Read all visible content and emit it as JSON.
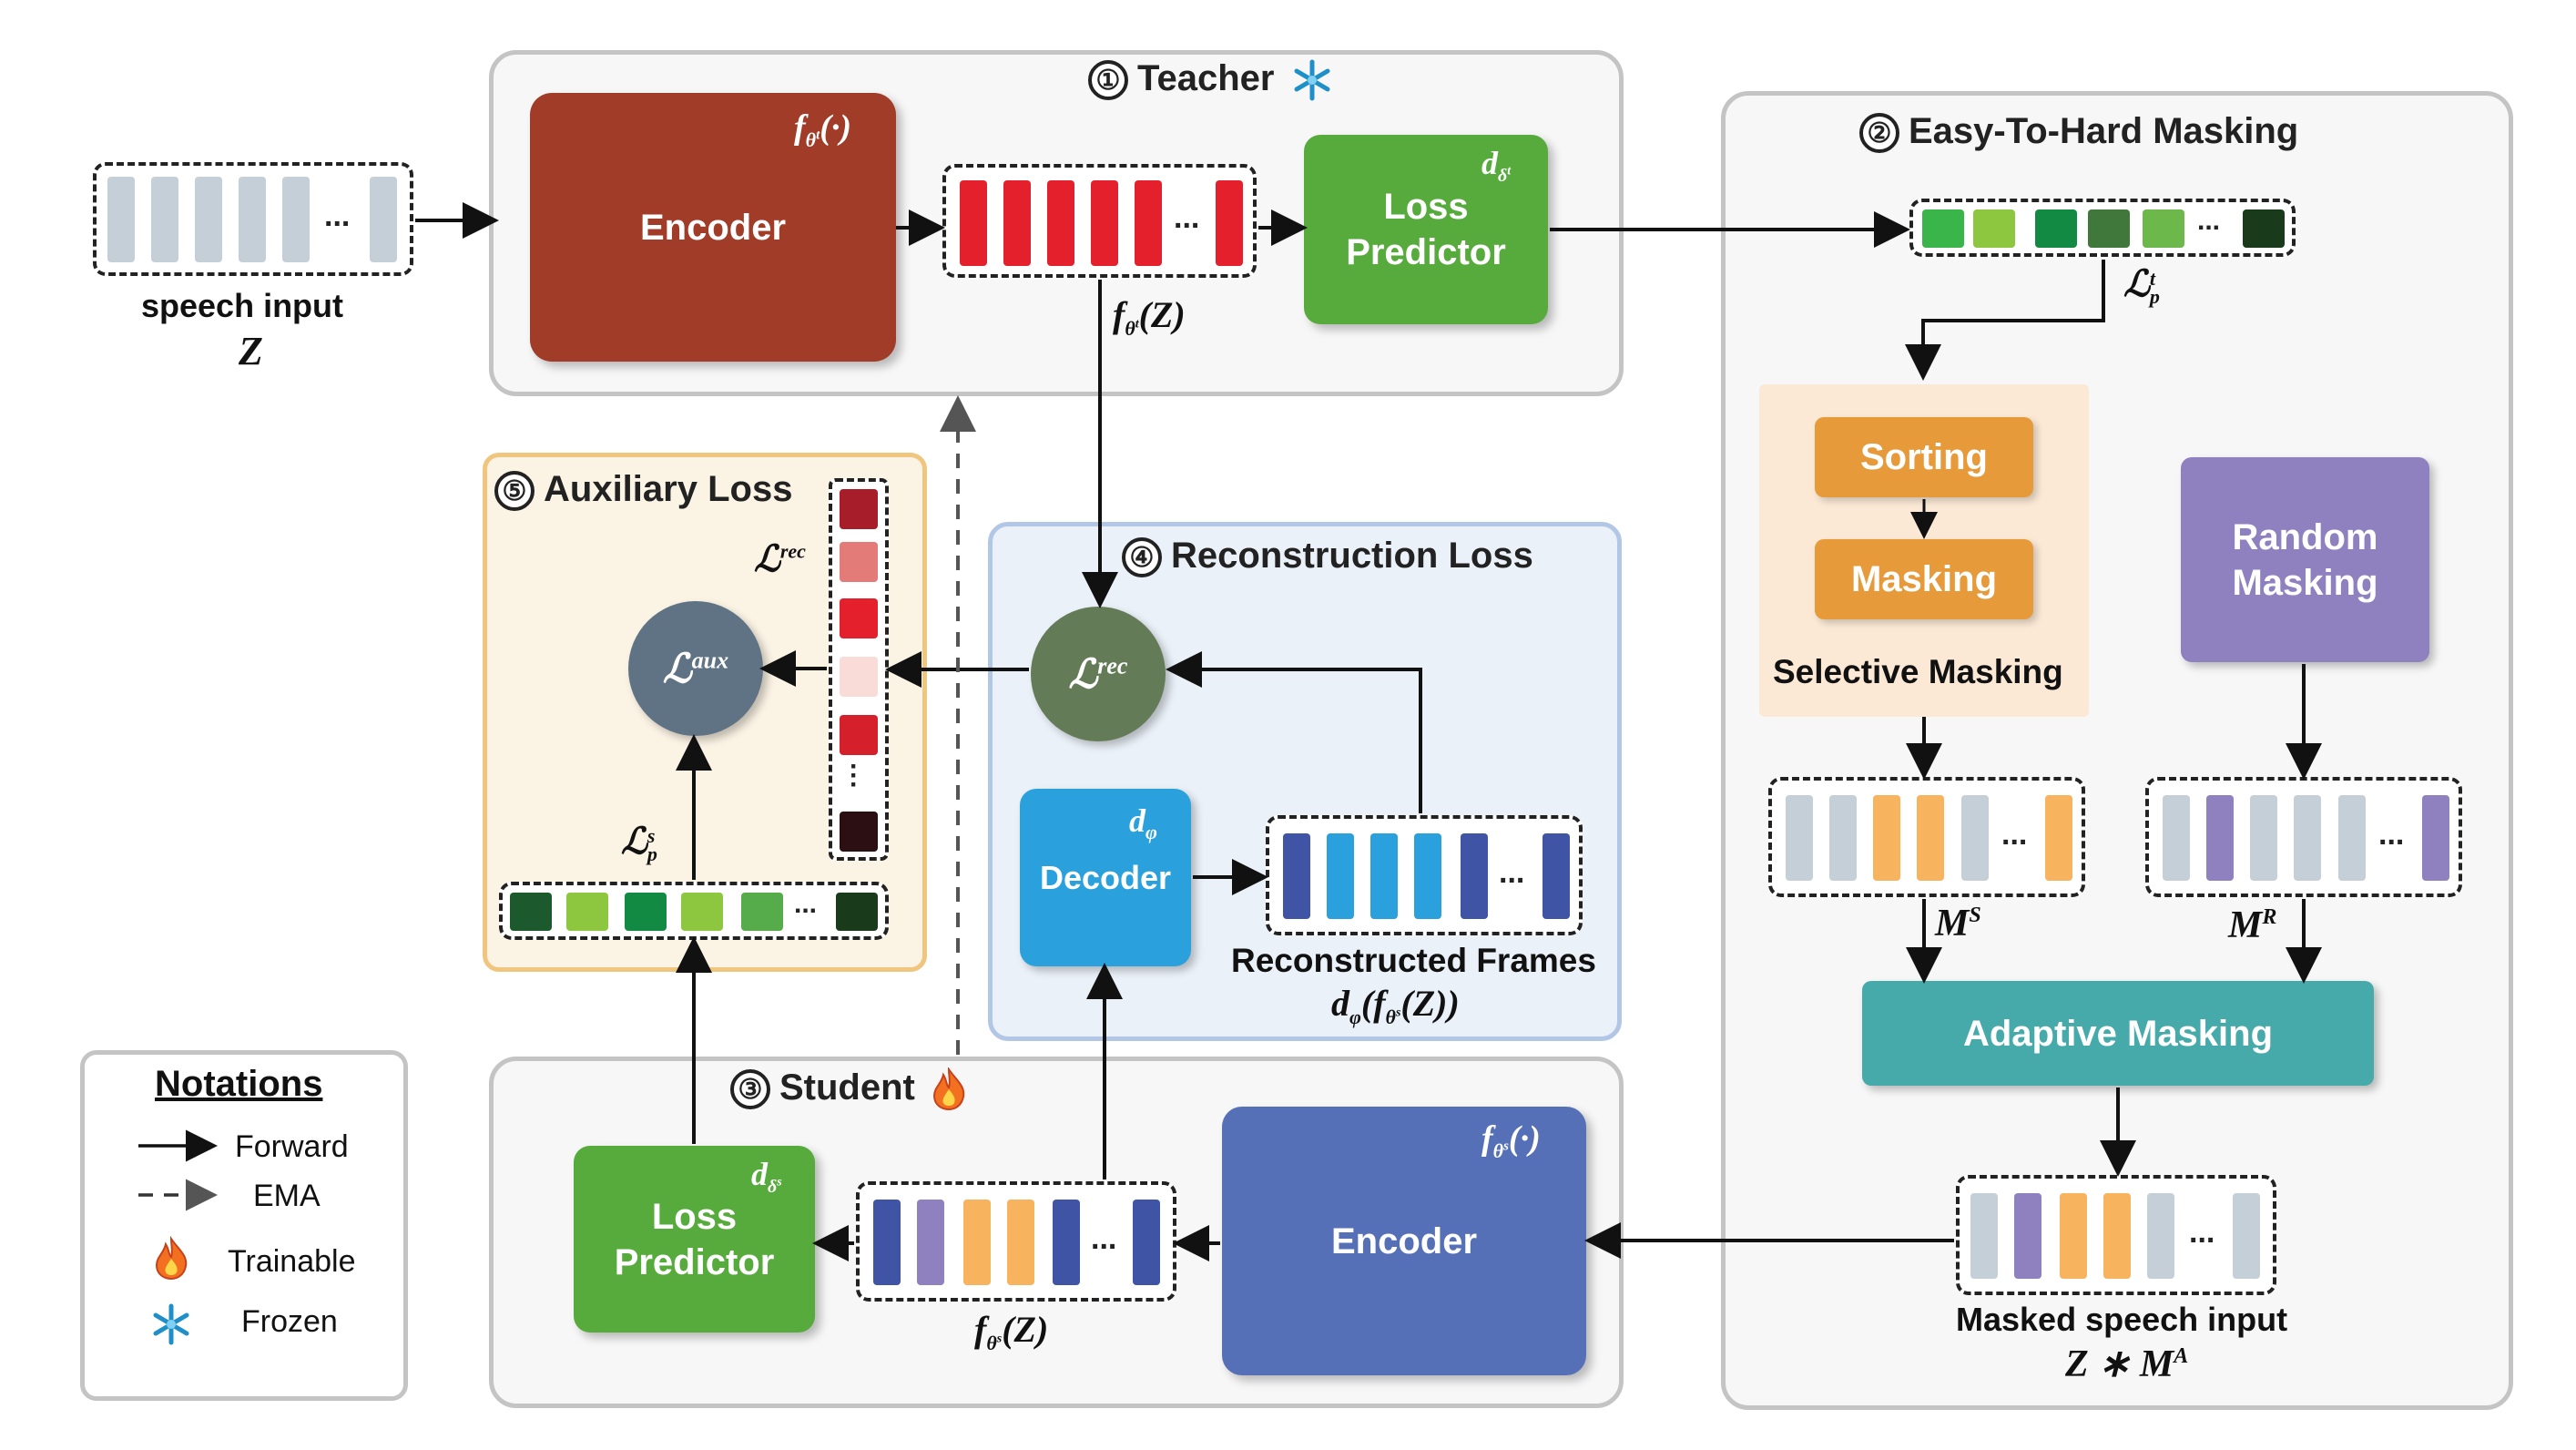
{
  "colors": {
    "teacher_encoder": "#a03c28",
    "loss_predictor": "#57ab3d",
    "student_encoder": "#5670b7",
    "decoder": "#2aa1dc",
    "sorting": "#e69a3a",
    "random_masking": "#8f81bf",
    "adaptive_masking": "#45aaa9",
    "l_aux": "#5f7385",
    "l_rec": "#647b57"
  },
  "teacher": {
    "number": "①",
    "title": "Teacher",
    "icon": "snowflake-icon",
    "encoder_label": "Encoder",
    "encoder_fn": "f_{θ^t}(·)",
    "loss_predictor_label_line1": "Loss",
    "loss_predictor_label_line2": "Predictor",
    "loss_predictor_fn": "d_{δ^t}",
    "output_label": "f_{θ^t}(Z)"
  },
  "speech_input": {
    "label": "speech input",
    "symbol": "Z"
  },
  "easy_to_hard": {
    "number": "②",
    "title": "Easy-To-Hard Masking",
    "loss_label": "ℒ_p^t",
    "sorting": "Sorting",
    "masking": "Masking",
    "selective_masking": "Selective Masking",
    "random_masking_line1": "Random",
    "random_masking_line2": "Masking",
    "ms_label": "M^S",
    "mr_label": "M^R",
    "adaptive_masking": "Adaptive Masking",
    "masked_input_label": "Masked speech input",
    "masked_input_symbol": "Z ∗ M^A"
  },
  "student": {
    "number": "③",
    "title": "Student",
    "icon": "flame-icon",
    "encoder_label": "Encoder",
    "encoder_fn": "f_{θ^s}(·)",
    "loss_predictor_label_line1": "Loss",
    "loss_predictor_label_line2": "Predictor",
    "loss_predictor_fn": "d_{δ^s}",
    "output_label": "f_{θ^s}(Z)"
  },
  "reconstruction": {
    "number": "④",
    "title": "Reconstruction Loss",
    "l_rec": "ℒ^rec",
    "decoder_fn": "d_φ",
    "decoder_label": "Decoder",
    "frames_label": "Reconstructed Frames",
    "frames_fn": "d_φ(f_{θ^s}(Z))"
  },
  "auxiliary": {
    "number": "⑤",
    "title": "Auxiliary Loss",
    "l_aux": "ℒ^aux",
    "l_rec_label": "ℒ^rec",
    "lp_s_label": "ℒ_p^s"
  },
  "notations": {
    "title": "Notations",
    "forward": "Forward",
    "ema": "EMA",
    "trainable": "Trainable",
    "frozen": "Frozen"
  },
  "ellipsis": "..."
}
